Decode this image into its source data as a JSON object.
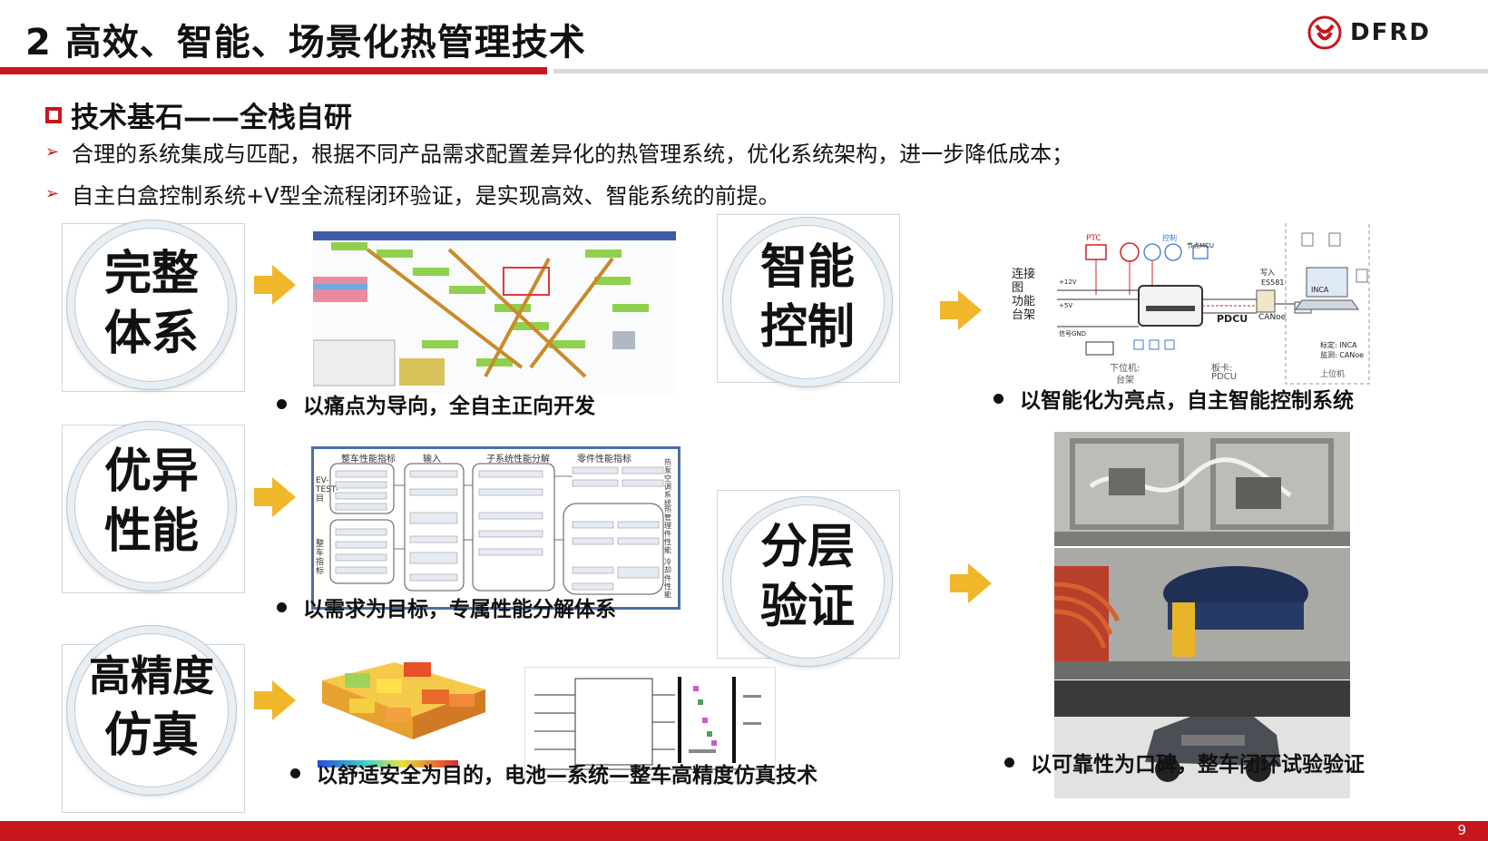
{
  "header": {
    "title": "2  高效、智能、场景化热管理技术",
    "logo_text": "DFRD"
  },
  "section": {
    "heading": "技术基石——全栈自研",
    "points": [
      "合理的系统集成与匹配，根据不同产品需求配置差异化的热管理系统，优化系统架构，进一步降低成本；",
      "自主白盒控制系统+V型全流程闭环验证，是实现高效、智能系统的前提。"
    ]
  },
  "pillars": [
    {
      "line1": "完整",
      "line2": "体系",
      "caption": "以痛点为导向，全自主正向开发"
    },
    {
      "line1": "优异",
      "line2": "性能",
      "caption": "以需求为目标，专属性能分解体系"
    },
    {
      "line1": "高精度",
      "line2": "仿真",
      "caption": "以舒适安全为目的，电池—系统—整车高精度仿真技术"
    },
    {
      "line1": "智能",
      "line2": "控制",
      "caption": "以智能化为亮点，自主智能控制系统"
    },
    {
      "line1": "分层",
      "line2": "验证",
      "caption": "以可靠性为口碑，整车闭环试验验证"
    }
  ],
  "control_diagram": {
    "side_label": "连接图\n功能台架",
    "labels": [
      "PTC",
      "PDCU",
      "CANoe",
      "INCA",
      "ES581",
      "下位机:",
      "台架",
      "板卡:",
      "PDCU",
      "上位机",
      "标定: INCA",
      "监测: CANoe",
      "写入",
      "控制",
      "+12V",
      "+5V",
      "信号GND",
      "节点MCU"
    ]
  },
  "perf_diagram": {
    "headers": [
      "整车性能指标",
      "输入",
      "子系统性能分解",
      "零件性能指标"
    ],
    "left_labels": [
      "EV-TEST-目",
      "整车指标"
    ],
    "right_labels": [
      "热泵空调系统",
      "热管理件性能",
      "冷却件性能"
    ]
  },
  "colors": {
    "accent": "#c8161d",
    "arrow": "#f0b72a"
  },
  "page_number": "9"
}
